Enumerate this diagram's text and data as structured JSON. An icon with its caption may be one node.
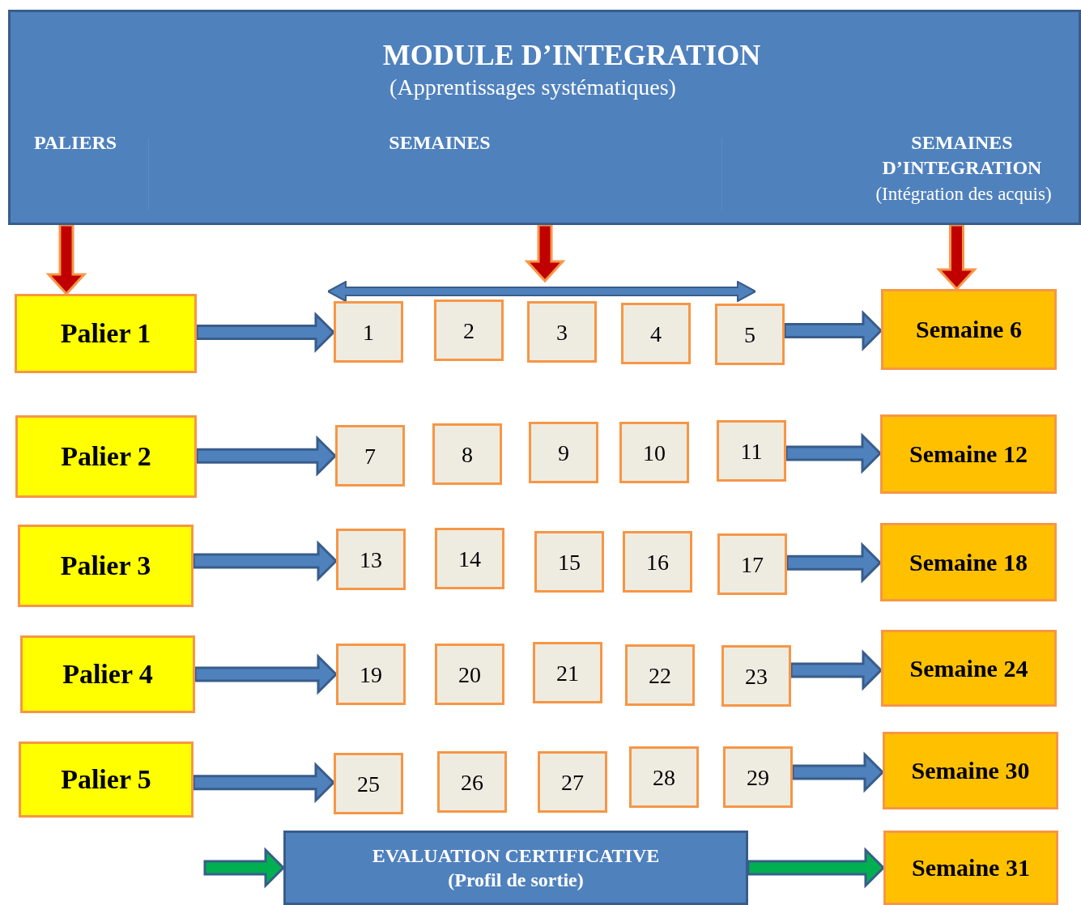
{
  "diagram": {
    "nodes": [
      {
        "text": [
          "MODULE D’INTEGRATION",
          "(Apprentissages systématiques)",
          "PALIERS",
          "SEMAINES",
          "SEMAINES D’INTEGRATION",
          "(Intégration des acquis)"
        ]
      },
      {
        "text": [],
        "shape": "arrow"
      },
      {
        "text": [
          "Palier 1"
        ]
      },
      {
        "text": [
          "1"
        ]
      },
      {
        "text": [
          "2"
        ]
      },
      {
        "text": [
          "3"
        ]
      },
      {
        "text": [
          "4"
        ]
      },
      {
        "text": [
          "5"
        ]
      },
      {
        "text": [
          "Semaine 6"
        ]
      },
      {
        "text": [
          "Palier 2"
        ]
      },
      {
        "text": [
          "7"
        ]
      },
      {
        "text": [
          "8"
        ]
      },
      {
        "text": [
          "9"
        ]
      },
      {
        "text": [
          "10"
        ]
      },
      {
        "text": [
          "11"
        ]
      },
      {
        "text": [
          "Semaine 12"
        ]
      },
      {
        "text": [
          "Palier 3"
        ]
      },
      {
        "text": [
          "13"
        ]
      },
      {
        "text": [
          "14"
        ]
      },
      {
        "text": [
          "15"
        ]
      },
      {
        "text": [
          "16"
        ]
      },
      {
        "text": [
          "17"
        ]
      },
      {
        "text": [
          "Semaine 18"
        ]
      },
      {
        "text": [
          "Palier 4"
        ]
      },
      {
        "text": [
          "19"
        ]
      },
      {
        "text": [
          "20"
        ]
      },
      {
        "text": [
          "21"
        ]
      },
      {
        "text": [
          "22"
        ]
      },
      {
        "text": [
          "23"
        ]
      },
      {
        "text": [
          "Semaine 24"
        ]
      },
      {
        "text": [
          "Palier 5"
        ]
      },
      {
        "text": [
          "25"
        ]
      },
      {
        "text": [
          "26"
        ]
      },
      {
        "text": [
          "27"
        ]
      },
      {
        "text": [
          "28"
        ]
      },
      {
        "text": [
          "29"
        ]
      },
      {
        "text": [
          "Semaine 30"
        ]
      },
      {
        "text": [
          "EVALUATION CERTIFICATIVE",
          "(Profil de sortie)"
        ]
      },
      {
        "text": [
          "Semaine 31"
        ]
      }
    ],
    "edges": [
      {
        "from": 0,
        "to": 2,
        "arrow": "to",
        "color": "#c00000"
      },
      {
        "from": 0,
        "to": 1,
        "arrow": "to",
        "color": "#c00000"
      },
      {
        "from": 0,
        "to": 8,
        "arrow": "to",
        "color": "#c00000"
      },
      {
        "from": 2,
        "to": 3,
        "arrow": "to"
      },
      {
        "from": 7,
        "to": 8,
        "arrow": "to"
      },
      {
        "from": 9,
        "to": 10,
        "arrow": "to"
      },
      {
        "from": 14,
        "to": 15,
        "arrow": "to"
      },
      {
        "from": 16,
        "to": 17,
        "arrow": "to"
      },
      {
        "from": 21,
        "to": 22,
        "arrow": "to"
      },
      {
        "from": 23,
        "to": 24,
        "arrow": "to"
      },
      {
        "from": 28,
        "to": 29,
        "arrow": "to"
      },
      {
        "from": 30,
        "to": 31,
        "arrow": "to"
      },
      {
        "from": 35,
        "to": 36,
        "arrow": "to"
      },
      {
        "from": null,
        "to": 37,
        "arrow": "to",
        "color": "#00b050"
      },
      {
        "from": 37,
        "to": 38,
        "arrow": "to",
        "color": "#00b050"
      }
    ]
  }
}
